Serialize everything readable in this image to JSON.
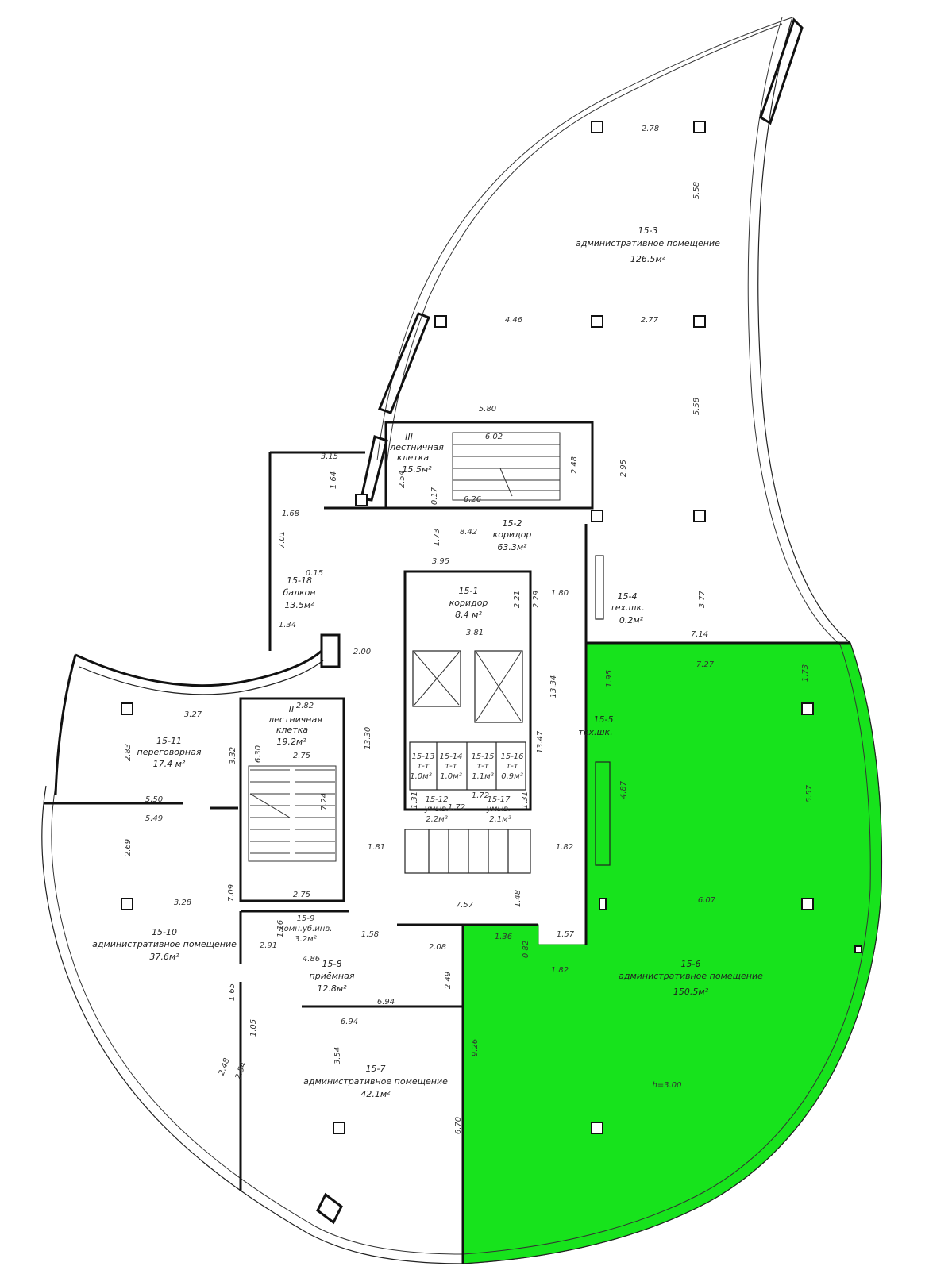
{
  "rooms": {
    "r15_1": {
      "num": "15-1",
      "name": "коридор",
      "area": "8.4 м²"
    },
    "r15_2": {
      "num": "15-2",
      "name": "коридор",
      "area": "63.3м²"
    },
    "r15_3": {
      "num": "15-3",
      "name": "административное помещение",
      "area": "126.5м²"
    },
    "r15_4": {
      "num": "15-4",
      "name": "тех.шк.",
      "area": "0.2м²"
    },
    "r15_5": {
      "num": "15-5",
      "name": "тех.шк."
    },
    "r15_6": {
      "num": "15-6",
      "name": "административное помещение",
      "area": "150.5м²"
    },
    "r15_7": {
      "num": "15-7",
      "name": "административное помещение",
      "area": "42.1м²"
    },
    "r15_8": {
      "num": "15-8",
      "name": "приёмная",
      "area": "12.8м²"
    },
    "r15_9": {
      "num": "15-9",
      "name": "комн.уб.инв.",
      "area": "3.2м²"
    },
    "r15_10": {
      "num": "15-10",
      "name": "административное помещение",
      "area": "37.6м²"
    },
    "r15_11": {
      "num": "15-11",
      "name": "переговорная",
      "area": "17.4 м²"
    },
    "r15_12": {
      "num": "15-12",
      "name": "умыв.",
      "area": "2.2м²"
    },
    "r15_13": {
      "num": "15-13",
      "name": "т-т",
      "area": "1.0м²"
    },
    "r15_14": {
      "num": "15-14",
      "name": "т-т",
      "area": "1.0м²"
    },
    "r15_15": {
      "num": "15-15",
      "name": "т-т",
      "area": "1.1м²"
    },
    "r15_16": {
      "num": "15-16",
      "name": "т-т",
      "area": "0.9м²"
    },
    "r15_17": {
      "num": "15-17",
      "name": "умыв.",
      "area": "2.1м²"
    },
    "r15_18": {
      "num": "15-18",
      "name": "балкон",
      "area": "13.5м²"
    },
    "stair2": {
      "num": "II",
      "name1": "лестничная",
      "name2": "клетка",
      "area": "19.2м²"
    },
    "stair3": {
      "num": "III",
      "name1": "лестничная",
      "name2": "клетка",
      "area": "15.5м²"
    }
  },
  "height_note": "h=3.00",
  "dims": {
    "d278": "2.78",
    "d558a": "5.58",
    "d446": "4.46",
    "d277": "2.77",
    "d558b": "5.58",
    "d580": "5.80",
    "d602": "6.02",
    "d248": "2.48",
    "d295": "2.95",
    "d315": "3.15",
    "d164": "1.64",
    "d254": "2.54",
    "d017": "0.17",
    "d626": "6.26",
    "d168": "1.68",
    "d173": "1.73",
    "d842": "8.42",
    "d701": "7.01",
    "d015": "0.15",
    "d395": "3.95",
    "d221": "2.21",
    "d229": "2.29",
    "d180": "1.80",
    "d377": "3.77",
    "d381": "3.81",
    "d134": "1.34",
    "d200": "2.00",
    "d714": "7.14",
    "d727": "7.27",
    "d195": "1.95",
    "d173b": "1.73",
    "d1334": "13.34",
    "d282": "2.82",
    "d327": "3.27",
    "d283": "2.83",
    "d332": "3.32",
    "d630": "6.30",
    "d275a": "2.75",
    "d1330": "13.30",
    "d1347": "13.47",
    "d487": "4.87",
    "d557": "5.57",
    "d550": "5.50",
    "d549": "5.49",
    "d724": "7.24",
    "d131a": "1.31",
    "d172a": "1.72",
    "d172b": "1.72",
    "d131b": "1.31",
    "d269": "2.69",
    "d181": "1.81",
    "d182": "1.82",
    "d328": "3.28",
    "d709": "7.09",
    "d275b": "2.75",
    "d757": "7.57",
    "d148": "1.48",
    "d607": "6.07",
    "d116": "1.16",
    "d291": "2.91",
    "d158": "1.58",
    "d208": "2.08",
    "d136": "1.36",
    "d082": "0.82",
    "d157": "1.57",
    "d182b": "1.82",
    "d486": "4.86",
    "d249": "2.49",
    "d165": "1.65",
    "d694a": "6.94",
    "d694b": "6.94",
    "d105": "1.05",
    "d354": "3.54",
    "d248b": "2.48",
    "d254b": "2.54",
    "d926": "9.26",
    "d670": "6.70"
  }
}
